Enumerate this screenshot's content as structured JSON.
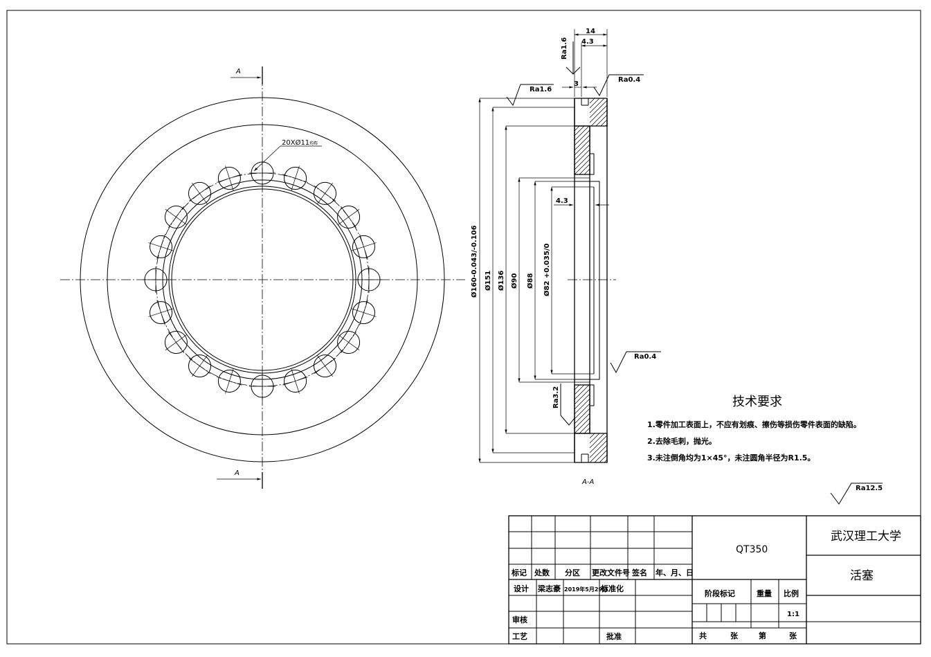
{
  "front_view": {
    "section_label_top": "A",
    "section_label_bottom": "A",
    "hole_callout_main": "20XØ11",
    "hole_callout_suffix": "均布"
  },
  "section_view": {
    "caption": "A-A",
    "dim_14": "14",
    "dim_4_3_top": "4.3",
    "dim_3": "3",
    "dim_4_3_mid": "4.3",
    "dia_160": "Ø160-0.043/-0.106",
    "dia_151": "Ø151",
    "dia_136": "Ø136",
    "dia_90": "Ø90",
    "dia_88": "Ø88",
    "dia_82": "Ø82 +0.035/0",
    "ra_top_vertical": "Ra1.6",
    "ra_left": "Ra1.6",
    "ra_top_right": "Ra0.4",
    "ra_mid_right": "Ra0.4",
    "ra_bottom": "Ra3.2"
  },
  "tech_requirements": {
    "title": "技术要求",
    "items": [
      "1.零件加工表面上，不应有划痕、擦伤等损伤零件表面的缺陷。",
      "2.去除毛刺，抛光。",
      "3.未注倒角均为1×45°，未注圆角半径为R1.5。"
    ]
  },
  "general_roughness": "Ra12.5",
  "title_block": {
    "headers": [
      "标记",
      "处数",
      "分区",
      "更改文件号",
      "签名",
      "年、月、日"
    ],
    "design_label": "设计",
    "designer": "梁志豪",
    "design_date": "2019年5月29日",
    "standardization_label": "标准化",
    "review_label": "审核",
    "process_label": "工艺",
    "approve_label": "批准",
    "material": "QT350",
    "stage_label": "阶段标记",
    "weight_label": "重量",
    "scale_label": "比例",
    "scale_value": "1:1",
    "total_label": "共",
    "sheets_label": "张",
    "sheet_label": "第",
    "sheet_label2": "张",
    "school": "武汉理工大学",
    "part_name": "活塞"
  }
}
